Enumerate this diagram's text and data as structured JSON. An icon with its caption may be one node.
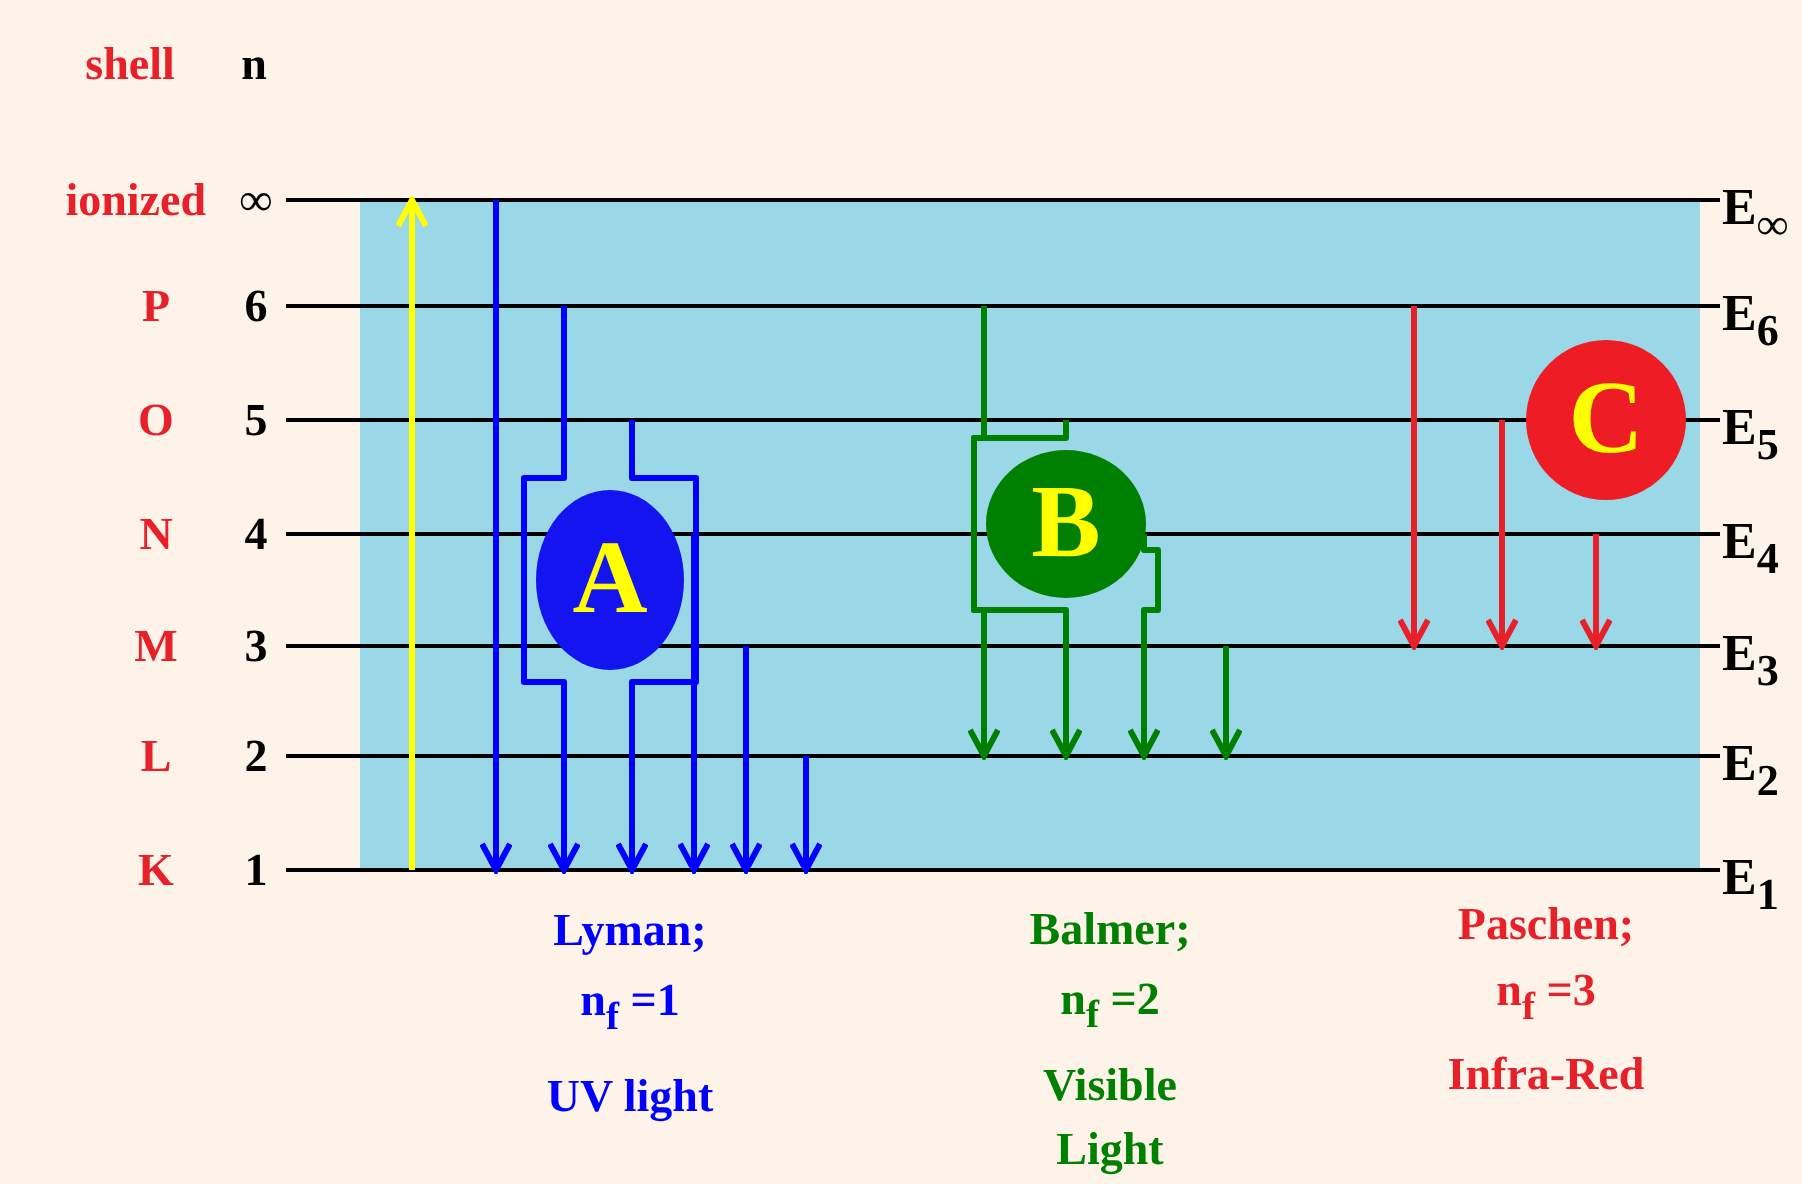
{
  "diagram": {
    "nodes": [
      {
        "text": [],
        "shape": "bar",
        "beside": [
          "E$_{∞}$"
        ]
      },
      {
        "text": [],
        "shape": "bar",
        "beside": [
          "E$_{6}$"
        ]
      },
      {
        "text": [],
        "shape": "bar",
        "beside": [
          "E$_{5}$"
        ]
      },
      {
        "text": [],
        "shape": "bar",
        "beside": [
          "E$_{4}$"
        ]
      },
      {
        "text": [],
        "shape": "bar",
        "beside": [
          "E$_{3}$"
        ]
      },
      {
        "text": [],
        "shape": "bar",
        "beside": [
          "E$_{2}$"
        ]
      },
      {
        "text": [],
        "shape": "bar",
        "beside": [
          "E$_{1}$"
        ]
      },
      {
        "text": [
          "A"
        ]
      },
      {
        "text": [
          "B"
        ]
      },
      {
        "text": [
          "C"
        ]
      }
    ],
    "edges": [
      {
        "from": 0,
        "to": 6,
        "arrow": "to"
      },
      {
        "from": 1,
        "to": 6,
        "arrow": "to"
      },
      {
        "from": 2,
        "to": 6,
        "arrow": "to"
      },
      {
        "from": 3,
        "to": 6,
        "arrow": "to"
      },
      {
        "from": 4,
        "to": 6,
        "arrow": "to"
      },
      {
        "from": 5,
        "to": 6,
        "arrow": "to"
      },
      {
        "from": 1,
        "to": 5,
        "arrow": "to",
        "color": "#008000"
      },
      {
        "from": 2,
        "to": 5,
        "arrow": "to",
        "color": "#008000"
      },
      {
        "from": 3,
        "to": 5,
        "arrow": "to",
        "color": "#008000"
      },
      {
        "from": 4,
        "to": 5,
        "arrow": "to",
        "color": "#008000"
      },
      {
        "from": 1,
        "to": 4,
        "arrow": "to",
        "color": "#e8202a"
      },
      {
        "from": 2,
        "to": 4,
        "arrow": "to",
        "color": "#e8202a"
      },
      {
        "from": 3,
        "to": 4,
        "arrow": "to",
        "color": "#e8202a"
      },
      {
        "from": 6,
        "to": 0,
        "arrow": "to",
        "color": "#ffff00"
      }
    ],
    "labels": [
      "shell",
      "n",
      "ionized",
      "∞",
      "P",
      "6",
      "O",
      "5",
      "N",
      "4",
      "M",
      "3",
      "L",
      "2",
      "K",
      "1",
      "Lyman;",
      "n$_{f}$ =1",
      "UV light",
      "Balmer;",
      "n$_{f}$ =2",
      "Visible Light",
      "Paschen;",
      "n$_{f}$ =3",
      "Infra-Red"
    ]
  }
}
